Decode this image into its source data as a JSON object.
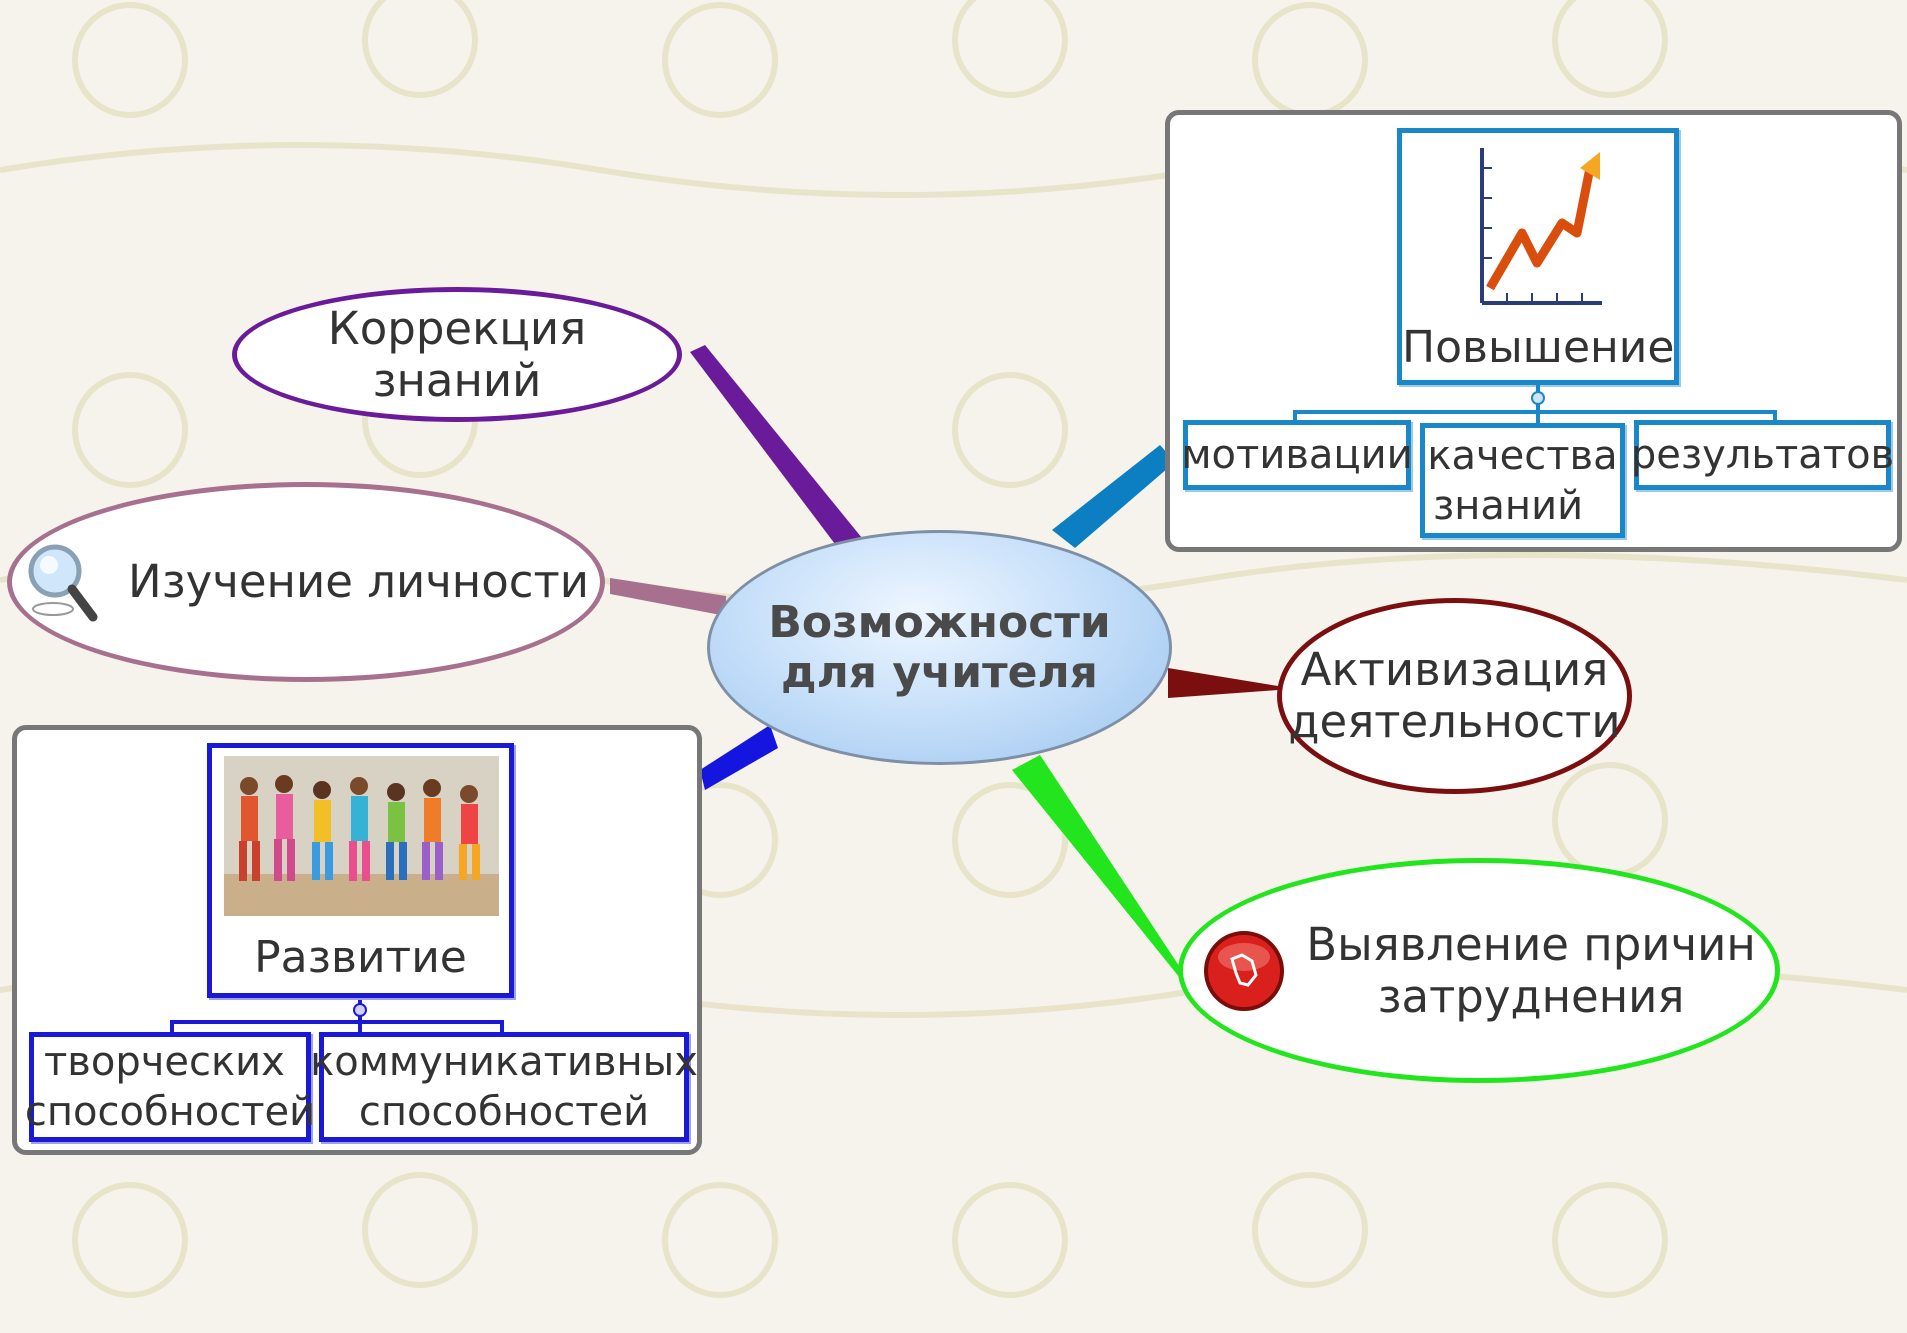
{
  "center": {
    "line1": "Возможности",
    "line2": "для учителя"
  },
  "nodes": {
    "korrektsiya": "Коррекция знаний",
    "izuchenie": "Изучение личности",
    "aktivizatsiya": {
      "line1": "Активизация",
      "line2": "деятельности"
    },
    "vyyavlenie": {
      "line1": "Выявление причин",
      "line2": "затруднения"
    }
  },
  "povyshenie": {
    "title": "Повышение",
    "items": [
      "мотивации",
      "качества знаний",
      "результатов"
    ],
    "item2_line1": "качества",
    "item2_line2": "знаний"
  },
  "razvitie": {
    "title": "Развитие",
    "item1_line1": "творческих",
    "item1_line2": "способностей",
    "item2_line1": "коммуникативных",
    "item2_line2": "способностей"
  },
  "colors": {
    "korrektsiya": "#6a1b9a",
    "izuchenie": "#a7708f",
    "povyshenie": "#0b7fc1",
    "aktivizatsiya": "#7b0f0f",
    "vyyavlenie": "#22e51d",
    "razvitie": "#1515e0"
  },
  "icons": [
    "magnifier-icon",
    "growth-chart-icon",
    "kids-dancing-photo",
    "hand-button-icon"
  ]
}
